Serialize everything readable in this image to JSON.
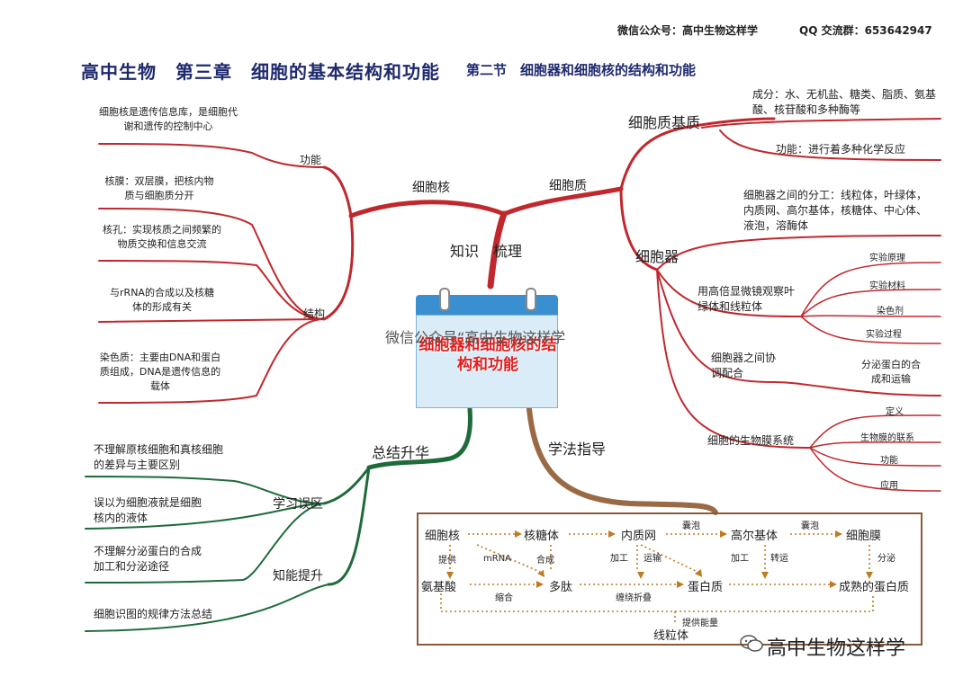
{
  "header": {
    "wechat": "微信公众号：高中生物这样学",
    "qq": "QQ 交流群：653642947"
  },
  "title": {
    "main": "高中生物　第三章　细胞的基本结构和功能",
    "sub": "第二节　细胞器和细胞核的结构和功能"
  },
  "center": {
    "root_label": "知识　梳理",
    "watermark": "微信公众号“高中生物这样学",
    "card_title": "细胞器和细胞核的结构和功能"
  },
  "nucleus": {
    "label": "细胞核",
    "function_label": "功能",
    "function_text": "细胞核是遗传信息库，是细胞代谢和遗传的控制中心",
    "structure_label": "结构",
    "structure_items": [
      "核膜：双层膜，把核内物质与细胞质分开",
      "核孔：实现核质之间频繁的物质交换和信息交流",
      "与rRNA的合成以及核糖体的形成有关",
      "染色质：主要由DNA和蛋白质组成，DNA是遗传信息的载体"
    ]
  },
  "cytoplasm": {
    "label": "细胞质",
    "matrix_label": "细胞质基质",
    "matrix_items": [
      "成分：水、无机盐、糖类、脂质、氨基酸、核苷酸和多种酶等",
      "功能：进行着多种化学反应"
    ],
    "organelle_label": "细胞器",
    "division": "细胞器之间的分工：线粒体，叶绿体，内质网、高尔基体，核糖体、中心体、液泡，溶酶体",
    "microscope_label": "用高倍显微镜观察叶绿体和线粒体",
    "microscope_items": [
      "实验原理",
      "实验材料",
      "染色剂",
      "实验过程"
    ],
    "coop_label": "细胞器之间协调配合",
    "coop_item": "分泌蛋白的合成和运输",
    "membrane_label": "细胞的生物膜系统",
    "membrane_items": [
      "定义",
      "生物膜的联系",
      "功能",
      "应用"
    ]
  },
  "summary": {
    "label": "总结升华",
    "mistakes_label": "学习误区",
    "mistakes": [
      "不理解原核细胞和真核细胞的差异与主要区别",
      "误以为细胞液就是细胞核内的液体",
      "不理解分泌蛋白的合成加工和分泌途径"
    ],
    "ability_label": "知能提升",
    "ability_item": "细胞识图的规律方法总结"
  },
  "method": {
    "label": "学法指导",
    "flow": {
      "nucleus": "细胞核",
      "ribosome": "核糖体",
      "er": "内质网",
      "golgi": "高尔基体",
      "membrane": "细胞膜",
      "amino": "氨基酸",
      "peptide": "多肽",
      "protein": "蛋白质",
      "mature": "成熟的蛋白质",
      "mito": "线粒体",
      "vesicle1": "囊泡",
      "vesicle2": "囊泡",
      "provide": "提供",
      "mrna": "mRNA",
      "synth": "合成",
      "process1": "加工",
      "transport1": "运输",
      "process2": "加工",
      "transport2": "转运",
      "secrete": "分泌",
      "condense": "缩合",
      "fold": "缠绕折叠",
      "energy": "提供能量"
    }
  },
  "logo": {
    "text": "高中生物这样学",
    "icon": "wechat-icon"
  },
  "colors": {
    "red_branch": "#c0282d",
    "green_branch": "#1e6b3a",
    "brown_branch": "#9a6a44",
    "title": "#1f2a6e",
    "card_title": "#e02020"
  }
}
